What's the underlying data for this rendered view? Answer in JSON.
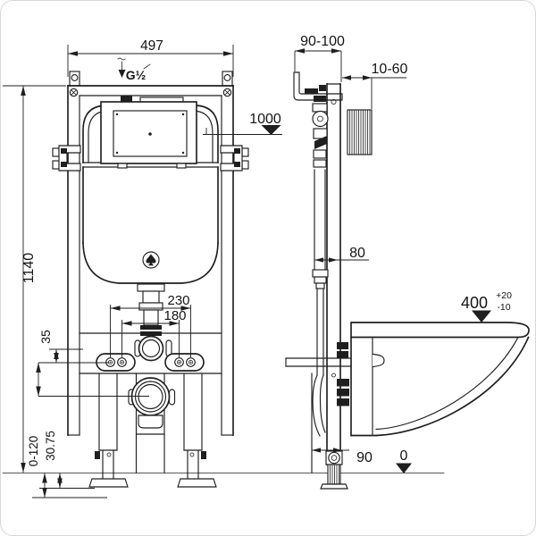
{
  "drawing_type": "wall-hung toilet concealed cistern frame installation drawing",
  "colors": {
    "line": "#1f1f1f",
    "background": "#ffffff",
    "card_border": "#d8d8d8"
  },
  "front": {
    "width": "497",
    "height": "1140",
    "supply_thread": "G½",
    "bolt_spacing_outer": "230",
    "bolt_spacing_inner": "180",
    "plate_offset": "35",
    "leg_adjust_range": "0-120",
    "foot_height": "30.75"
  },
  "side": {
    "bracket_depth": "90-100",
    "wall_finish_thickness": "10-60",
    "flush_level_height": "1000",
    "frame_depth": "80",
    "seat_height": "400",
    "seat_height_tol_plus": "+20",
    "seat_height_tol_minus": "-10",
    "outlet_offset": "90",
    "floor_datum": "0"
  }
}
